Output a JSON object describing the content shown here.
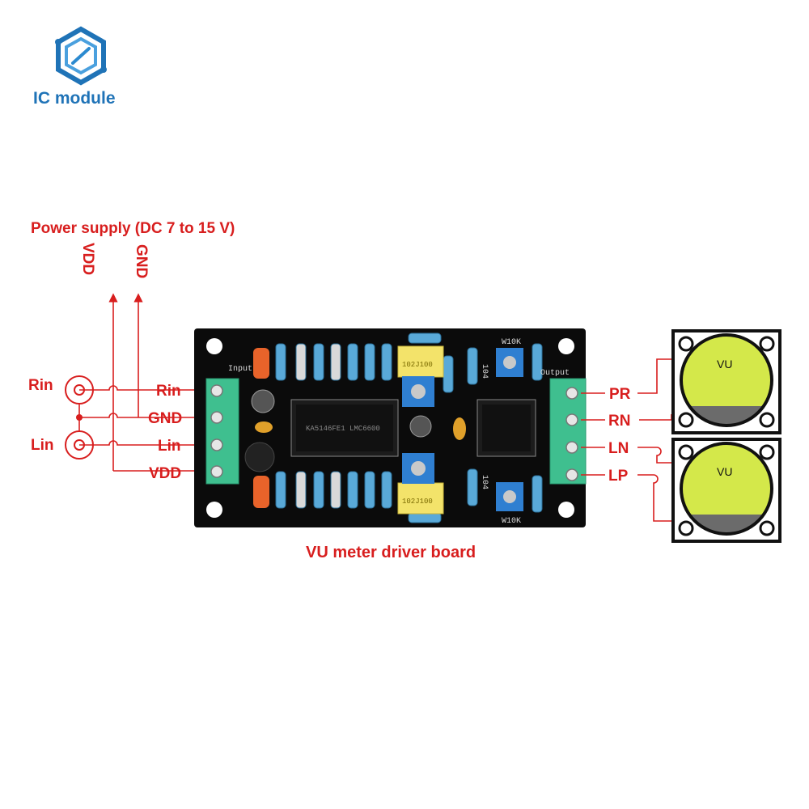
{
  "brand": {
    "name": "IC module",
    "icon": "hexagon-logo-icon"
  },
  "power": {
    "title": "Power supply (DC 7 to 15 V)",
    "vdd": "VDD",
    "gnd": "GND"
  },
  "jacks": [
    {
      "label": "Rin"
    },
    {
      "label": "Lin"
    }
  ],
  "input_terminals": [
    "Rin",
    "GND",
    "Lin",
    "VDD"
  ],
  "output_terminals": [
    "PR",
    "RN",
    "LN",
    "LP"
  ],
  "board": {
    "caption": "VU meter driver board",
    "silk_input": "Input",
    "silk_output": "Output",
    "silk_w10k_top": "W10K",
    "silk_w10k_bottom": "W10K",
    "silk_104_top": "104",
    "silk_104_bottom": "104",
    "silk_102j_top": "102J100",
    "silk_102j_bottom": "102J100",
    "chip_text": "KA5146FE1 LMC6600"
  },
  "meters": [
    {
      "label": "VU"
    },
    {
      "label": "VU"
    }
  ],
  "colors": {
    "accent": "#d81e1e",
    "brand": "#1f73b7",
    "pcb": "#0b0b0b",
    "terminal": "#3fbf8f",
    "meter_face": "#d4e84a",
    "meter_shadow": "#6b6b6b"
  }
}
